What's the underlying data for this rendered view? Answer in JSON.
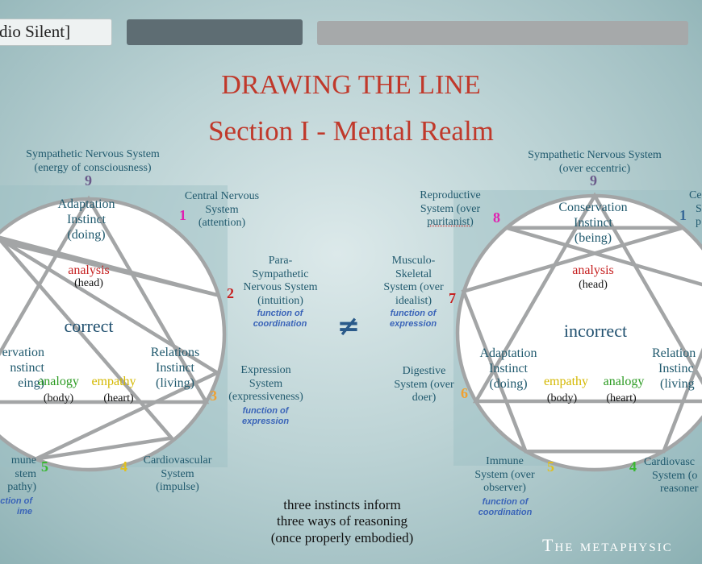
{
  "toolbar": {
    "audio_label": "dio Silent]"
  },
  "heading": {
    "title": "DRAWING THE LINE",
    "subtitle": "Section I - Mental Realm"
  },
  "colors": {
    "title": "#c0392b",
    "text": "#215a6e",
    "function": "#3a64b8",
    "red": "#c62020",
    "magenta": "#e020b0",
    "orange": "#f0a030",
    "green": "#38b830",
    "yellow": "#e0c020",
    "purple": "#6a5a8a",
    "blue": "#3a6a98",
    "analogy": "#2a9a20",
    "empathy": "#d4b800"
  },
  "left": {
    "n9": {
      "num": "9",
      "line1": "Sympathetic Nervous System",
      "line2": "(energy of consciousness)"
    },
    "n1": {
      "num": "1",
      "line1": "Central Nervous",
      "line2": "System",
      "line3": "(attention)"
    },
    "n2": {
      "num": "2",
      "line1": "Para-",
      "line2": "Sympathetic",
      "line3": "Nervous System",
      "line4": "(intuition)",
      "fn1": "function of",
      "fn2": "coordination"
    },
    "n3": {
      "num": "3",
      "line1": "Expression",
      "line2": "System",
      "line3": "(expressiveness)",
      "fn1": "function of",
      "fn2": "expression"
    },
    "n4": {
      "num": "4",
      "line1": "Cardiovascular",
      "line2": "System",
      "line3": "(impulse)"
    },
    "n5": {
      "num": "5",
      "line1": "mune",
      "line2": "stem",
      "line3": "pathy)",
      "fn1": "ction of",
      "fn2": "ime"
    },
    "adaptation": {
      "line1": "Adaptation",
      "line2": "Instinct",
      "line3": "(doing)"
    },
    "relations": {
      "line1": "Relations",
      "line2": "Instinct",
      "line3": "(living)"
    },
    "conservation": {
      "line1": "ervation",
      "line2": "nstinct",
      "line3": "eing)"
    },
    "analysis": "analysis",
    "head": "(head)",
    "center": "correct",
    "analogy": "analogy",
    "body": "(body)",
    "empathy": "empathy",
    "heart": "(heart)"
  },
  "right": {
    "n9": {
      "num": "9",
      "line1": "Sympathetic Nervous System",
      "line2": "(over eccentric)"
    },
    "n8": {
      "num": "8",
      "line1": "Reproductive",
      "line2": "System (over",
      "line3": "puritanist)"
    },
    "n1": {
      "num": "1",
      "line1": "Ce",
      "line2": "S",
      "line3": "p"
    },
    "n7": {
      "num": "7",
      "line1": "Musculo-",
      "line2": "Skeletal",
      "line3": "System (over",
      "line4": "idealist)",
      "fn1": "function  of",
      "fn2": "expression"
    },
    "n6": {
      "num": "6",
      "line1": "Digestive",
      "line2": "System (over",
      "line3": "doer)"
    },
    "n5": {
      "num": "5",
      "line1": "Immune",
      "line2": "System (over",
      "line3": "observer)",
      "fn1": "function of",
      "fn2": "coordination"
    },
    "n4": {
      "num": "4",
      "line1": "Cardiovasc",
      "line2": "System (o",
      "line3": "reasoner"
    },
    "conservation": {
      "line1": "Conservation",
      "line2": "Instinct",
      "line3": "(being)"
    },
    "adaptation": {
      "line1": "Adaptation",
      "line2": "Instinct",
      "line3": "(doing)"
    },
    "relations": {
      "line1": "Relation",
      "line2": "Instinc",
      "line3": "(living"
    },
    "analysis": "analysis",
    "head": "(head)",
    "center": "incorrect",
    "empathy": "empathy",
    "heart": "(body)",
    "analogy": "analogy",
    "body": "(heart)"
  },
  "middle": {
    "symbol": "≠"
  },
  "footer": {
    "line1": "three instincts inform",
    "line2": "three ways of reasoning",
    "line3": "(once properly embodied)"
  },
  "brand": "The metaphysic"
}
